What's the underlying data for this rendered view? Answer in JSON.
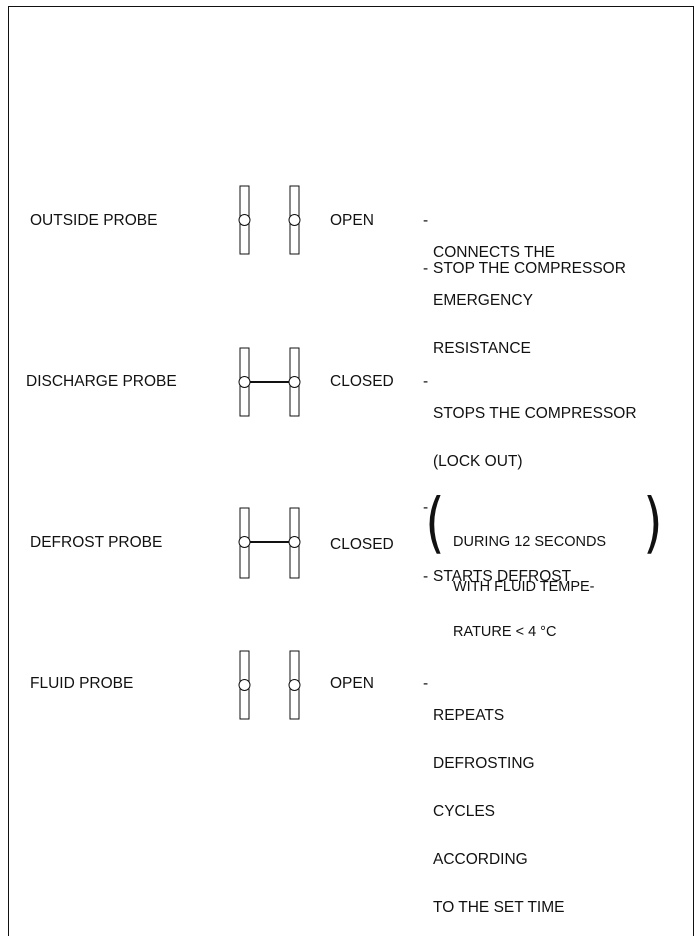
{
  "rows": [
    {
      "probe": "OUTSIDE PROBE",
      "state": "OPEN",
      "effects": [
        [
          "CONNECTS THE",
          "EMERGENCY",
          "RESISTANCE"
        ],
        [
          "STOP THE COMPRESSOR"
        ]
      ]
    },
    {
      "probe": "DISCHARGE PROBE",
      "state": "CLOSED",
      "effects": [
        [
          "STOPS THE COMPRESSOR",
          "(LOCK OUT)"
        ]
      ]
    },
    {
      "probe": "DEFROST PROBE",
      "state": "CLOSED",
      "condition": [
        "DURING 12 SECONDS",
        "WITH FLUID TEMPE-",
        "RATURE < 4 °C"
      ],
      "effects": [
        [
          "STARTS DEFROST"
        ]
      ]
    },
    {
      "probe": "FLUID PROBE",
      "state": "OPEN",
      "effects": [
        [
          "REPEATS",
          "DEFROSTING",
          "CYCLES",
          "ACCORDING",
          "TO THE SET TIME"
        ]
      ]
    }
  ],
  "symbols": {
    "bullet": "-",
    "paren_open": "(",
    "paren_close": ")"
  }
}
